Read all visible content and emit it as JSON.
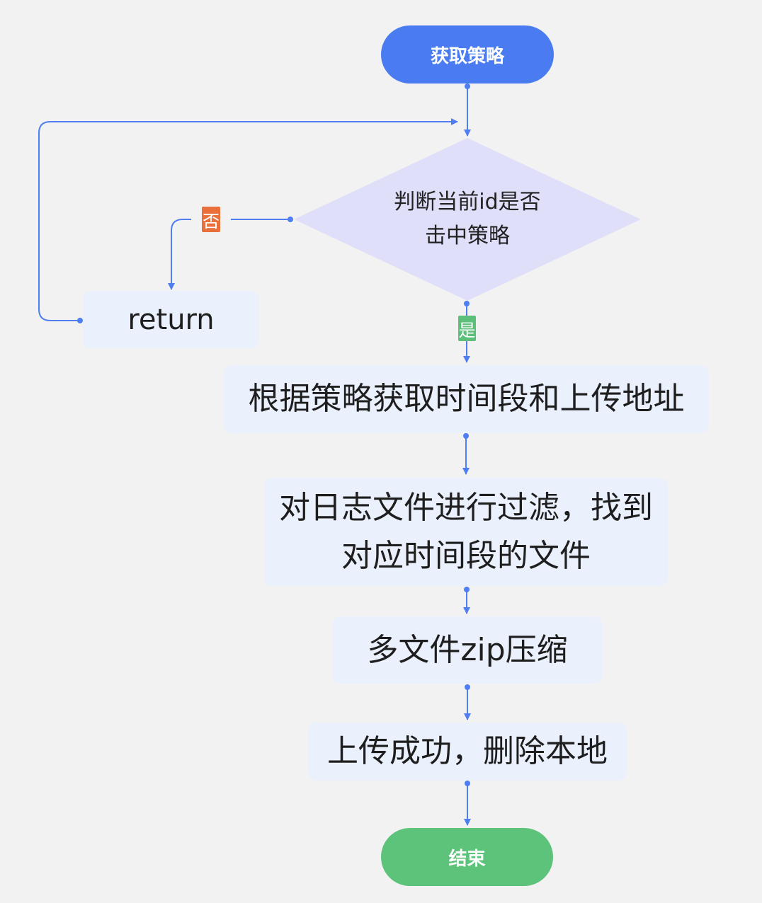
{
  "flowchart": {
    "start": {
      "label": "获取策略"
    },
    "decision": {
      "lines": [
        "判断当前id是否",
        "击中策略"
      ]
    },
    "branch_no": {
      "label": "否"
    },
    "branch_yes": {
      "label": "是"
    },
    "return_node": {
      "label": "return"
    },
    "steps": [
      {
        "lines": [
          "根据策略获取时间段和上传地址"
        ]
      },
      {
        "lines": [
          "对日志文件进行过滤，找到",
          "对应时间段的文件"
        ]
      },
      {
        "lines": [
          "多文件zip压缩"
        ]
      },
      {
        "lines": [
          "上传成功，删除本地"
        ]
      }
    ],
    "end": {
      "label": "结束"
    }
  },
  "colors": {
    "background": "#f2f2f2",
    "start_fill": "#4a7bf1",
    "end_fill": "#5dc37b",
    "process_fill": "#eaf0fc",
    "decision_fill": "#dfdff9",
    "connector": "#4e7ef1",
    "no_tag": "#e9703b",
    "yes_tag": "#5cc07b"
  }
}
